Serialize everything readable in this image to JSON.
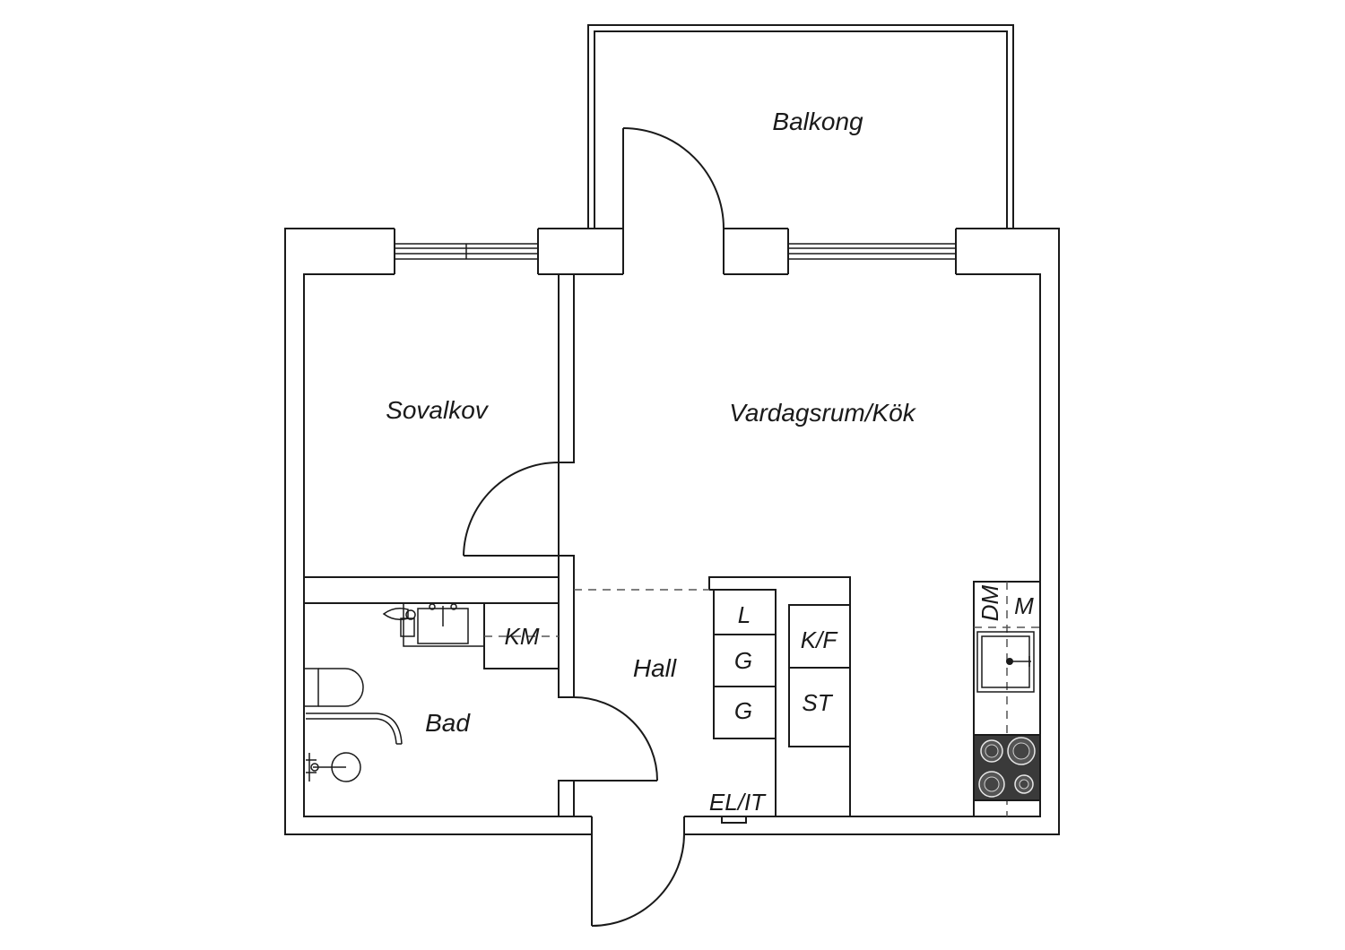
{
  "rooms": {
    "balcony": "Balkong",
    "bedroom": "Sovalkov",
    "living": "Vardagsrum/Kök",
    "hall": "Hall",
    "bath": "Bad"
  },
  "fixtures": {
    "washer": "KM",
    "wardrobe_l": "L",
    "wardrobe_g1": "G",
    "wardrobe_g2": "G",
    "fridge_freezer": "K/F",
    "storage": "ST",
    "dishwasher": "DM",
    "microwave": "M",
    "electric_it": "EL/IT"
  },
  "colors": {
    "wall": "#1a1a1a",
    "background": "#ffffff",
    "stove": "#3a3a3a"
  }
}
